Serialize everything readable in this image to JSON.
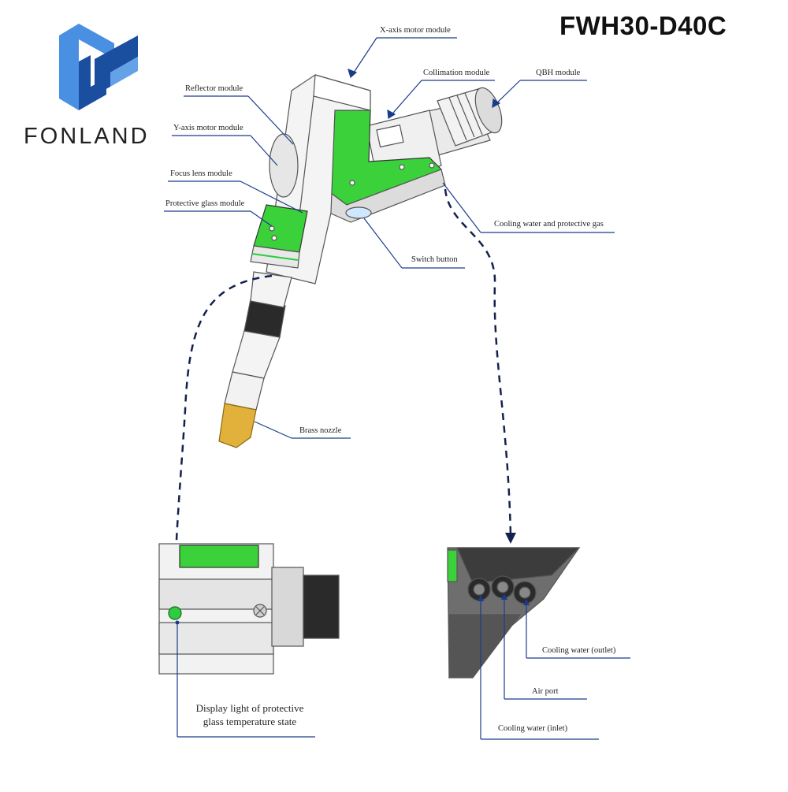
{
  "model": "FWH30-D40C",
  "brand": {
    "name": "FONLAND",
    "colors": {
      "light": "#4a90e2",
      "dark": "#1a4fa0"
    }
  },
  "labels": {
    "x_axis_motor": "X-axis motor module",
    "collimation": "Collimation module",
    "qbh": "QBH module",
    "reflector": "Reflector module",
    "y_axis_motor": "Y-axis motor module",
    "focus_lens": "Focus lens module",
    "protective_glass": "Protective glass module",
    "cooling_water_gas": "Cooling water and protective gas",
    "switch_button": "Switch button",
    "brass_nozzle": "Brass nozzle",
    "display_light_line1": "Display light of protective",
    "display_light_line2": "glass temperature state",
    "cooling_outlet": "Cooling water (outlet)",
    "air_port": "Air port",
    "cooling_inlet": "Cooling water (inlet)"
  },
  "colors": {
    "accent_green": "#2ecc40",
    "leader_blue": "#1a3b8c",
    "dashed_navy": "#14214f",
    "brass": "#e2b13c"
  }
}
